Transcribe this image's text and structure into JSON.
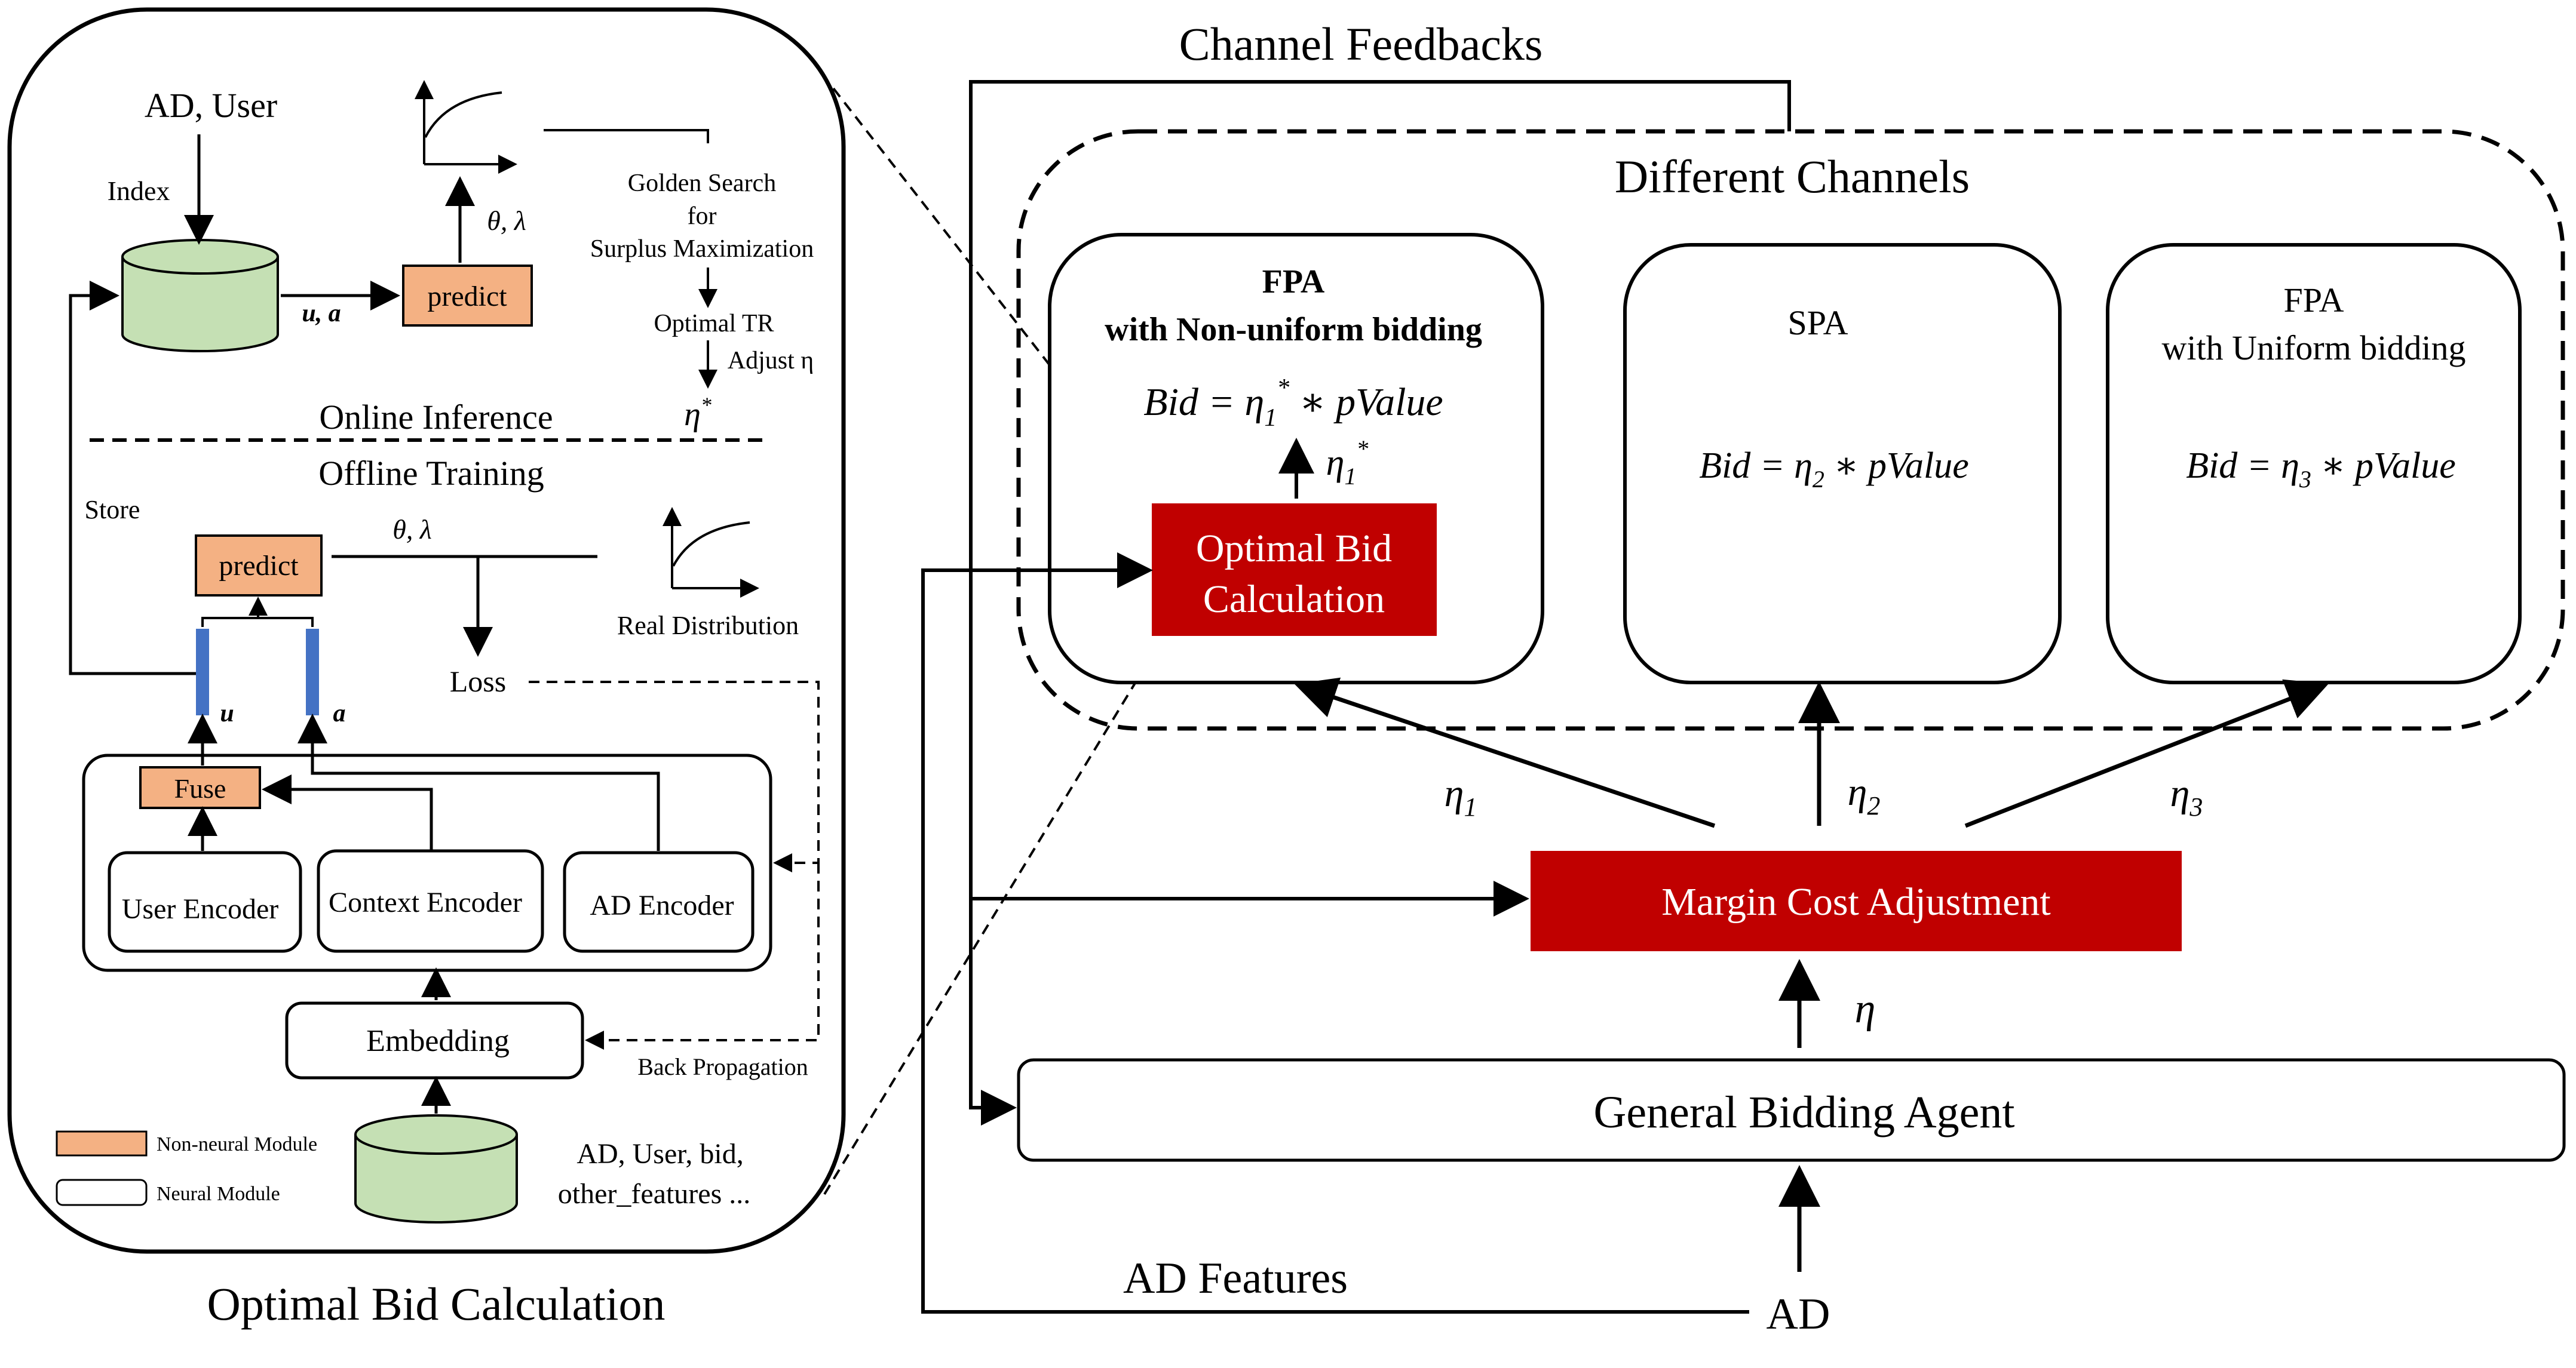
{
  "left_panel": {
    "caption": "Optimal Bid Calculation",
    "ad_user": "AD, User",
    "index": "Index",
    "store": "Store",
    "ua_label": "u, a",
    "u_label": "u",
    "a_label": "a",
    "predict_top": "predict",
    "theta_lambda_top": "θ, λ",
    "golden_search": [
      "Golden Search",
      "for",
      "Surplus Maximization"
    ],
    "optimal_tr": "Optimal TR",
    "adjust_eta": "Adjust η",
    "eta_star": "η*",
    "online_inference": "Online Inference",
    "offline_training": "Offline Training",
    "predict_bottom": "predict",
    "theta_lambda_bottom": "θ, λ",
    "real_distribution": "Real Distribution",
    "loss": "Loss",
    "fuse": "Fuse",
    "user_encoder": "User Encoder",
    "context_encoder": "Context Encoder",
    "ad_encoder": "AD Encoder",
    "embedding": "Embedding",
    "back_propagation": "Back Propagation",
    "db_features": [
      "AD, User, bid,",
      "other_features ..."
    ],
    "legend": {
      "non_neural": "Non-neural Module",
      "neural": "Neural Module"
    }
  },
  "right_panel": {
    "channel_feedbacks": "Channel Feedbacks",
    "different_channels": "Different Channels",
    "fpa_nonuniform": {
      "title1": "FPA",
      "title2": "with Non-uniform bidding",
      "formula": "Bid  = η₁* ∗ pValue",
      "eta": "η₁*"
    },
    "optimal_bid_box": [
      "Optimal Bid",
      "Calculation"
    ],
    "spa": {
      "title": "SPA",
      "formula": "Bid  = η₂ ∗ pValue"
    },
    "fpa_uniform": {
      "title1": "FPA",
      "title2": "with Uniform bidding",
      "formula": "Bid  = η₃ ∗ pValue"
    },
    "eta1": "η₁",
    "eta2": "η₂",
    "eta3": "η₃",
    "margin_cost": "Margin Cost Adjustment",
    "eta": "η",
    "general_agent": "General Bidding Agent",
    "ad_features": "AD Features",
    "ad": "AD"
  },
  "colors": {
    "red": "#c00000",
    "orange": "#f4b183",
    "green": "#c5e0b4",
    "blue": "#4472c4"
  }
}
